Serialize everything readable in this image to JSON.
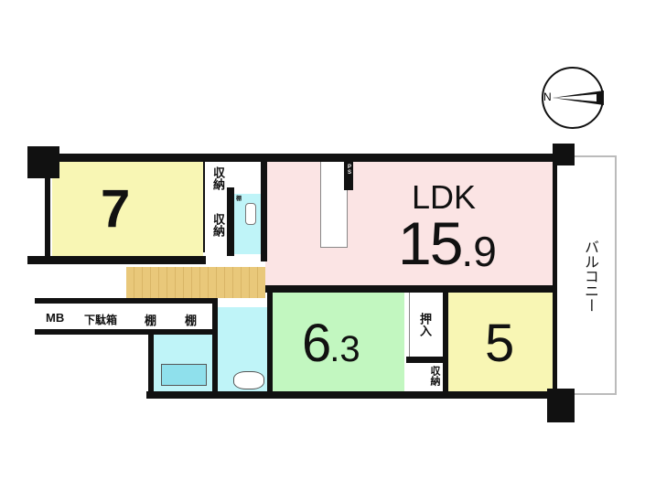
{
  "compass": {
    "north_label": "N"
  },
  "rooms": {
    "western7": {
      "size": "7"
    },
    "ldk": {
      "label": "LDK",
      "size_int": "15",
      "size_dec": ".9"
    },
    "western63": {
      "size_int": "6",
      "size_dec": ".3"
    },
    "western5": {
      "size": "5"
    }
  },
  "storage": {
    "closet1": "収納",
    "closet2": "収納",
    "closet3": "収納",
    "oshiire": "押入",
    "shelf1": "棚",
    "shelf2": "棚",
    "shoe_box": "下駄箱",
    "meter_box": "MB",
    "toilet_shelf": "棚",
    "ps": "PS"
  },
  "balcony": {
    "label": "バルコニー"
  },
  "colors": {
    "western": "#f8f6b4",
    "ldk": "#fbe4e4",
    "western63": "#c2f7c0",
    "wet": "#bff4f8",
    "hall": "#e9c87a"
  }
}
